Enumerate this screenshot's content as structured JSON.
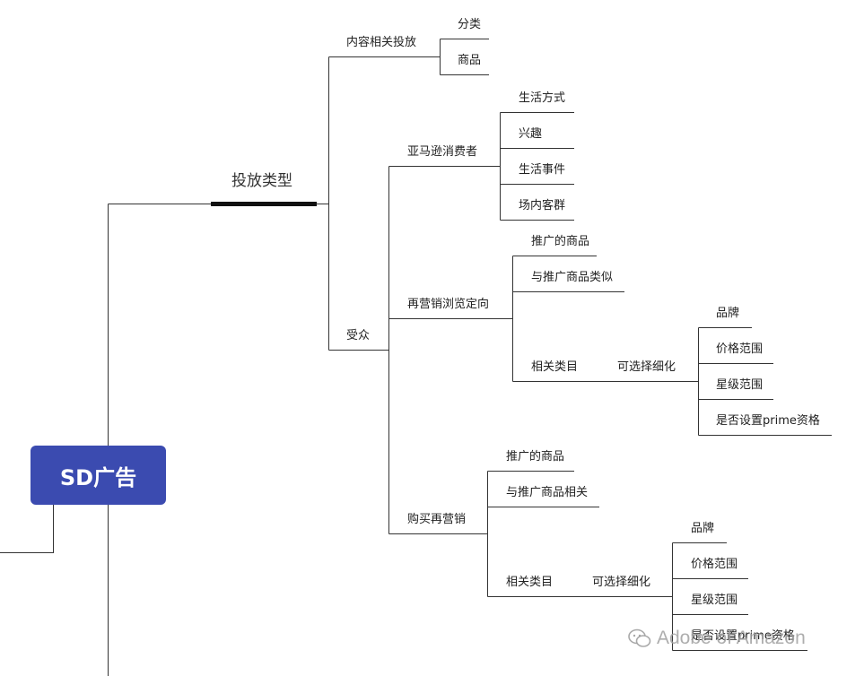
{
  "root": "SD广告",
  "branch": "投放类型",
  "content_targeting": {
    "label": "内容相关投放",
    "children": [
      "分类",
      "商品"
    ]
  },
  "audience": {
    "label": "受众",
    "amazon_consumers": {
      "label": "亚马逊消费者",
      "children": [
        "生活方式",
        "兴趣",
        "生活事件",
        "场内客群"
      ]
    },
    "remarketing_views": {
      "label": "再营销浏览定向",
      "children": [
        "推广的商品",
        "与推广商品类似",
        "相关类目"
      ],
      "refine": "可选择细化",
      "refine_children": [
        "品牌",
        "价格范围",
        "星级范围",
        "是否设置prime资格"
      ]
    },
    "purchase_remarketing": {
      "label": "购买再营销",
      "children": [
        "推广的商品",
        "与推广商品相关",
        "相关类目"
      ],
      "refine": "可选择细化",
      "refine_children": [
        "品牌",
        "价格范围",
        "星级范围",
        "是否设置prime资格"
      ]
    }
  },
  "watermark": "Adobe of Amazon",
  "colors": {
    "root_bg": "#3b4bb0",
    "line": "#333333",
    "emphasis_line": "#111111"
  }
}
